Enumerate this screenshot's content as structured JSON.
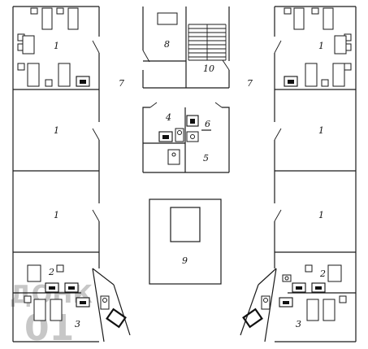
{
  "labels": {
    "room_1": "1",
    "room_2": "2",
    "room_3": "3",
    "room_4": "4",
    "room_5": "5",
    "room_6": "6",
    "room_7": "7",
    "room_8": "8",
    "room_9": "9",
    "room_10": "10"
  },
  "watermark": {
    "line1": "ДОНК",
    "line2": "01"
  },
  "colors": {
    "ink": "#1a1a1a",
    "background": "#ffffff",
    "watermark": "#9a9a9a"
  }
}
